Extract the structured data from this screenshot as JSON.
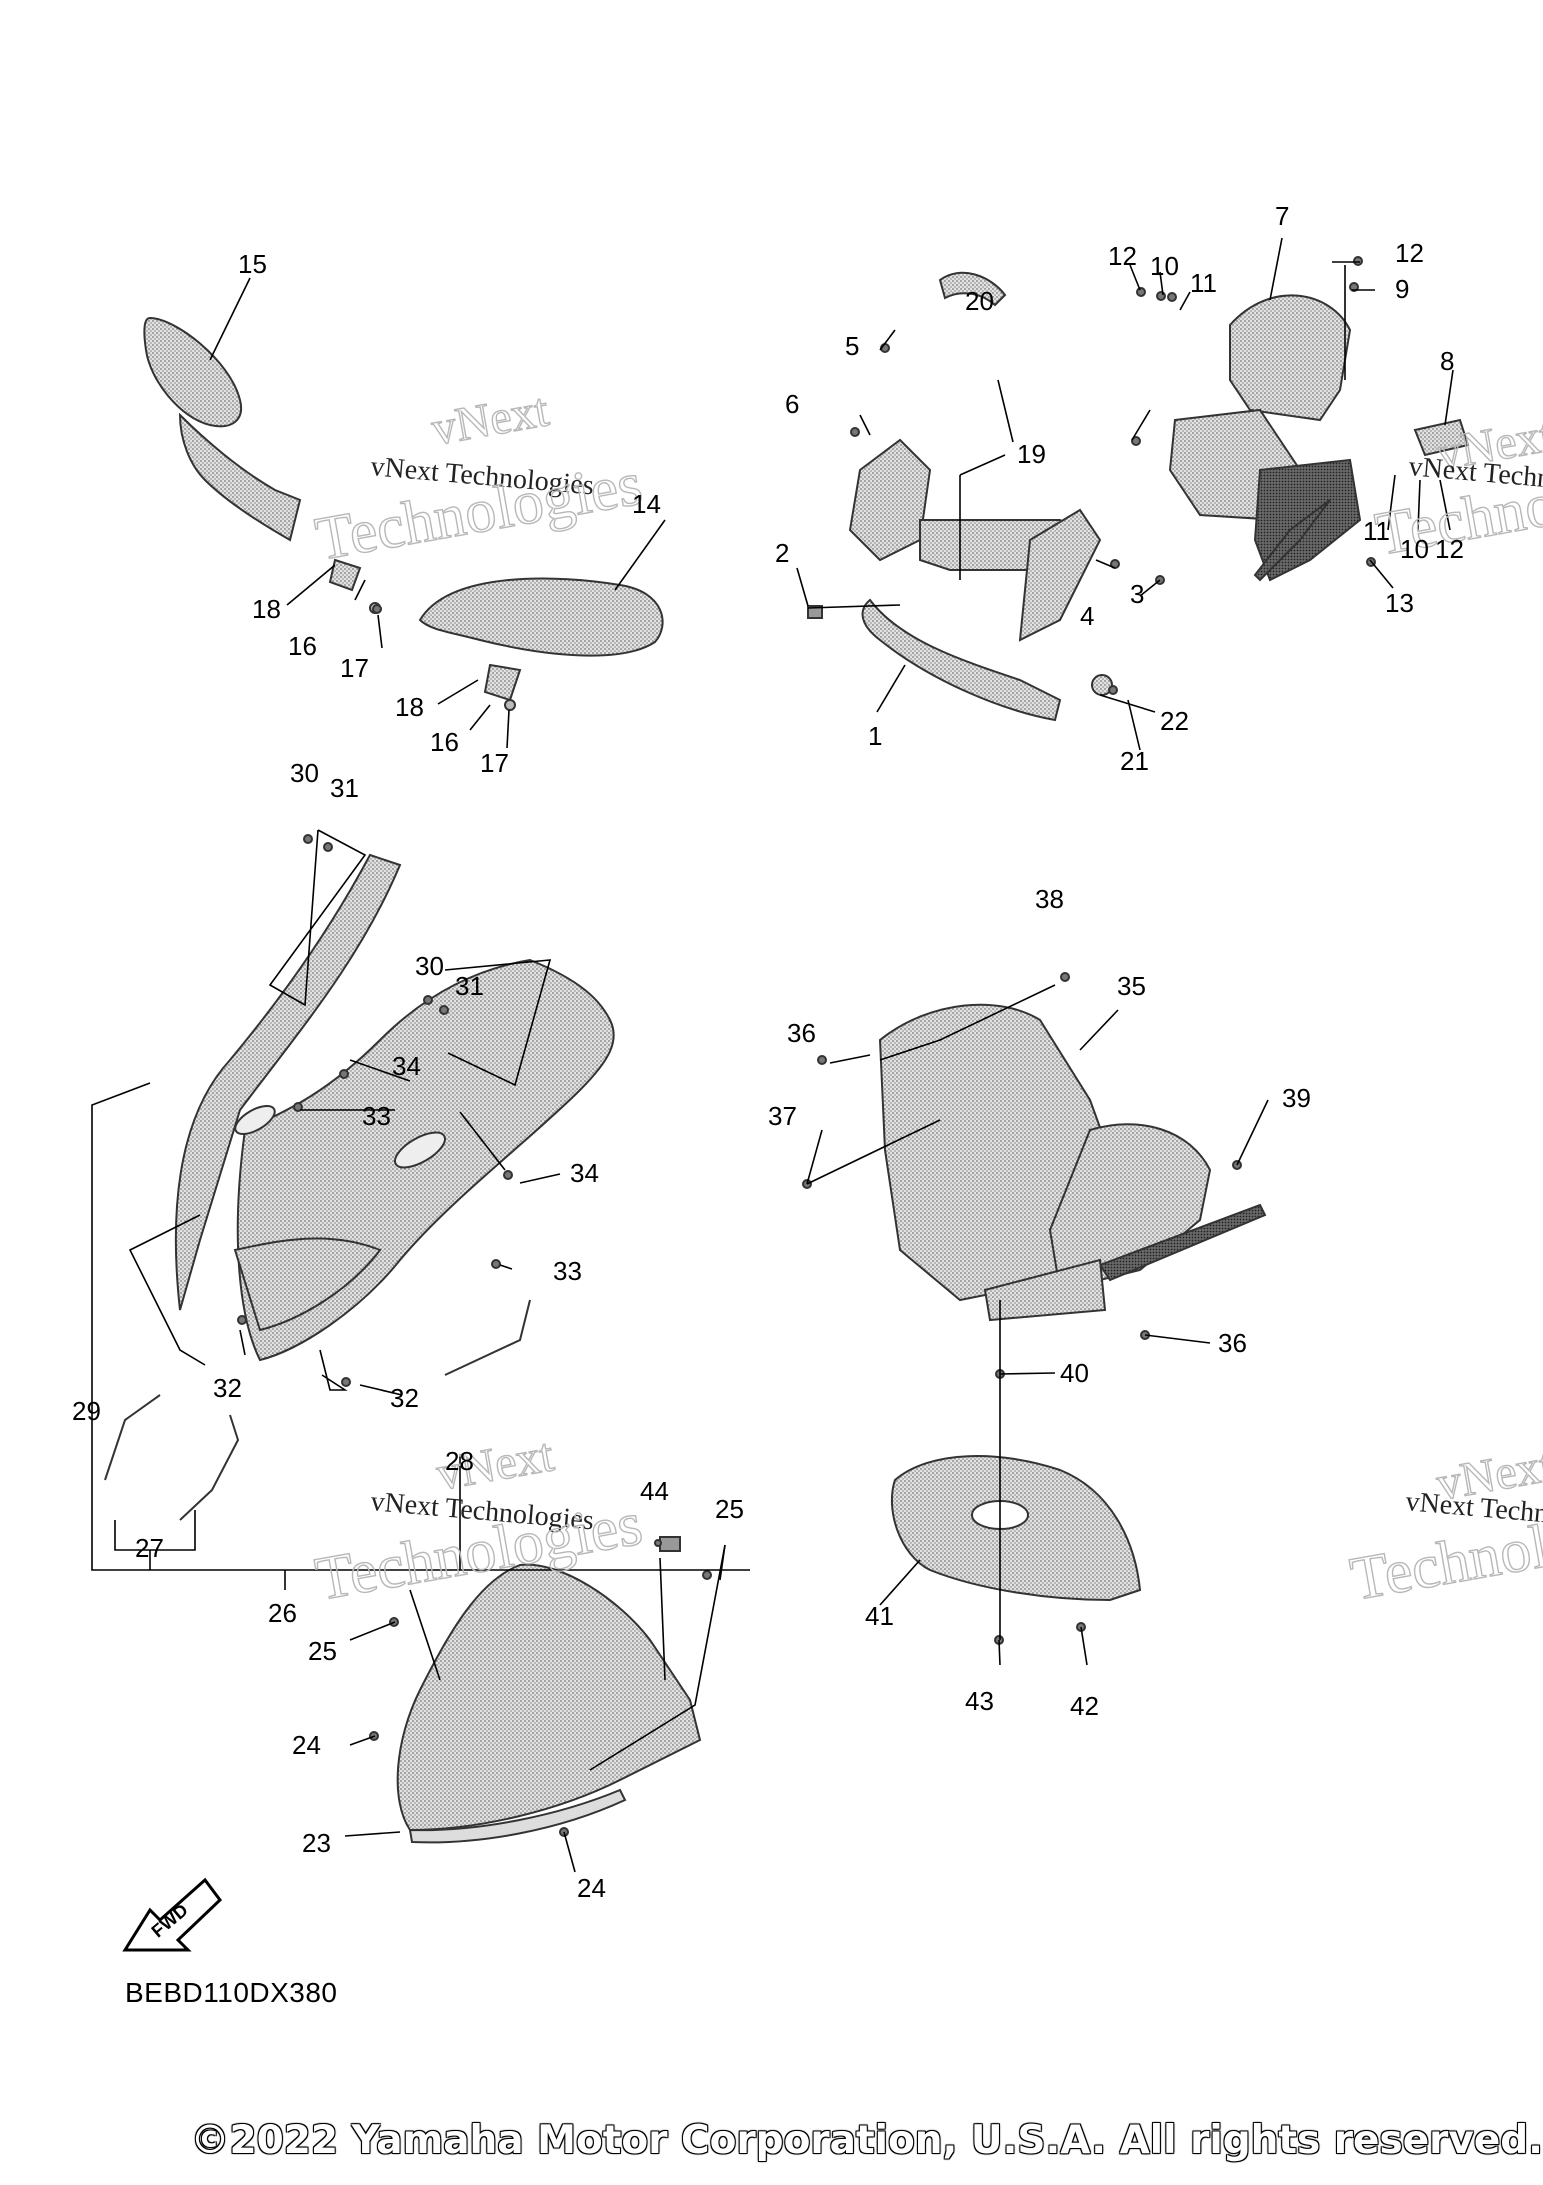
{
  "watermark": {
    "brand": "vNext",
    "line": "vNext Technologies",
    "big": "Technologies"
  },
  "callouts": [
    "1",
    "2",
    "3",
    "4",
    "5",
    "6",
    "7",
    "8",
    "9",
    "10",
    "11",
    "12",
    "13",
    "14",
    "15",
    "16",
    "17",
    "18",
    "19",
    "20",
    "21",
    "22",
    "23",
    "24",
    "25",
    "26",
    "27",
    "28",
    "29",
    "30",
    "31",
    "32",
    "33",
    "34",
    "35",
    "36",
    "37",
    "38",
    "39",
    "40",
    "41",
    "42",
    "43",
    "44"
  ],
  "fwd_label": "FWD",
  "diagram_code": "BEBD110DX380",
  "copyright": "©2022 Yamaha Motor Corporation, U.S.A. All rights reserved.",
  "colors": {
    "part_fill": "#c9c9c9",
    "part_dark": "#5a5a5a",
    "line": "#000000"
  }
}
